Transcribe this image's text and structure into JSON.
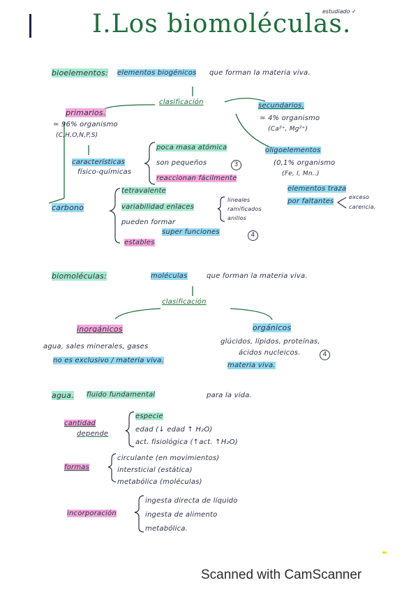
{
  "header": {
    "title": "I.Los biomoléculas.",
    "note": "estudiado ✓"
  },
  "bioelementos": {
    "label": "bioelementos:",
    "definition_highlight": "elementos biogénicos",
    "definition_rest": "que forman la materia viva.",
    "clasificacion": "clasificación",
    "primarios": {
      "label": "primarios.",
      "percent": "≃ 96% organismo",
      "elements": "(C,H,O,N,P,S)"
    },
    "secundarios": {
      "label": "secundarios.",
      "percent": "≃ 4% organismo",
      "elements": "(Ca²⁺, Mg²⁺)"
    },
    "oligoelementos": {
      "label": "oligoelementos",
      "percent": "(0,1% organismo",
      "elements": "(Fe, I, Mn..)",
      "note_highlight": "elementos traza",
      "note_highlight2": "por faltantes",
      "exceso": "exceso",
      "carencia": "carencia."
    },
    "caracteristicas": {
      "label": "características",
      "label2": "físico-químicas",
      "items": [
        "poca masa atómica",
        "son pequeños",
        "reaccionan fácilmente"
      ],
      "badge": "3"
    },
    "carbono": {
      "label": "carbono",
      "items": [
        "tetravalente",
        "variabilidad enlaces",
        "pueden formar",
        "super funciones",
        "estables"
      ],
      "sub": [
        "lineales",
        "ramificados",
        "anillos"
      ],
      "badge": "4"
    }
  },
  "biomoleculas": {
    "label": "biomoléculas:",
    "definition_highlight": "moléculas",
    "definition_rest": "que forman la materia viva.",
    "clasificacion": "clasificación",
    "inorganicos": {
      "label": "inorgánicos",
      "text": "agua, sales minerales, gases",
      "highlight": "no es exclusivo / materia viva."
    },
    "organicos": {
      "label": "orgánicos",
      "text": "glúcidos, lípidos, proteínas,",
      "text2": "ácidos nucleicos.",
      "badge": "4",
      "highlight": "materia viva."
    }
  },
  "agua": {
    "label": "agua.",
    "definition_highlight": "fluido fundamental",
    "definition_rest": "para la vida.",
    "cantidad": {
      "label": "cantidad",
      "label2": "depende",
      "items": [
        "especie",
        "edad (↓ edad ↑ H₂O)",
        "act. fisiológica (↑act. ↑H₂O)"
      ]
    },
    "formas": {
      "label": "formas",
      "items": [
        "circulante (en movimientos)",
        "intersticial (estática)",
        "metabólica (moléculas)"
      ]
    },
    "incorporacion": {
      "label": "incorporación",
      "items": [
        "ingesta directa de líquido",
        "ingesta de alimento",
        "metabólica."
      ]
    }
  },
  "footer": {
    "text": "Scanned with CamScanner"
  }
}
